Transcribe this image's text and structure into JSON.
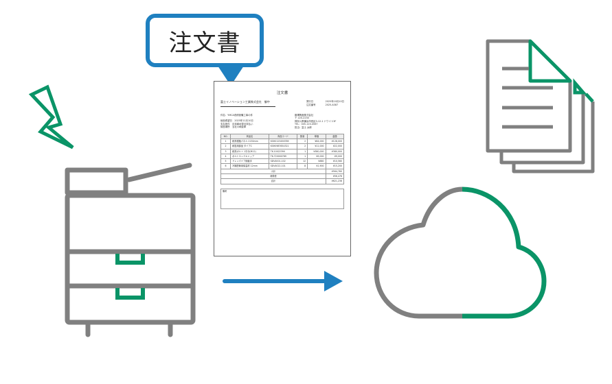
{
  "bubble": {
    "label": "注文書"
  },
  "document": {
    "title": "注文書",
    "recipient": "富士イノベーション工業株式会社　御中",
    "meta": [
      {
        "label": "発行日",
        "value": "2025年10月10日"
      },
      {
        "label": "注文番号",
        "value": "2025-A387"
      }
    ],
    "left_info": [
      "件名：YMCA改修設備工事の件",
      "",
      "納品希望日　2025年11月10日",
      "支払条件　月末締め翌月末払い",
      "納品場所　当社川崎倉庫"
    ],
    "right_info": [
      "藤澤興産株式会社",
      "〒 220-2234",
      "神奈川県横浜市西区3-12-1 ドワイト3F",
      "TEL：045-123-4567",
      "担当：富士 太郎"
    ],
    "table": {
      "headers": [
        "NO.",
        "商品名",
        "商品コード",
        "数量",
        "単価",
        "金額"
      ],
      "rows": [
        [
          "1",
          "耐熱樹脂パネル 2150mm",
          "KSH0123456789",
          "2",
          "¥64,000",
          "¥128,000"
        ],
        [
          "2",
          "耐震用部品 タイプC",
          "KSH0987654321",
          "2",
          "¥11,000",
          "¥22,000"
        ],
        [
          "3",
          "耐熱ボルト 1平分(M12)",
          "TK-10022390",
          "1",
          "¥380,000",
          "¥380,000"
        ],
        [
          "4",
          "ボルトエンドキャップ",
          "TK-720000789",
          "1",
          "¥9,000",
          "¥9,000"
        ],
        [
          "5",
          "ドレンパイプ用継手",
          "SDV4001-102",
          "12",
          "¥880",
          "¥10,560"
        ],
        [
          "6",
          "冷媒配管用保温材 12mm",
          "SDV4022-101",
          "8",
          "¥1,900",
          "¥15,200"
        ]
      ],
      "subtotal_label": "小計",
      "subtotal": "¥564,760",
      "tax_label": "消費税",
      "tax": "¥56,476",
      "total_label": "合計",
      "total": "¥621,236"
    },
    "notes_label": "備考"
  },
  "colors": {
    "blue": "#1f80c0",
    "green": "#0a9467",
    "gray": "#808080"
  }
}
